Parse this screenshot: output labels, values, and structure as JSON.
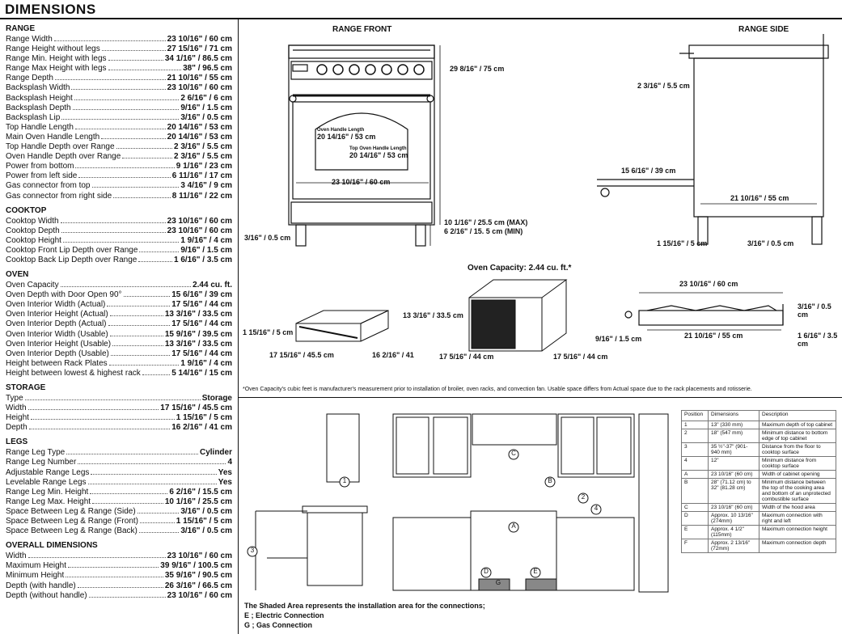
{
  "title": "DIMENSIONS",
  "sections": [
    {
      "heading": "RANGE",
      "rows": [
        {
          "label": "Range Width",
          "value": "23 10/16\" / 60 cm"
        },
        {
          "label": "Range Height without legs",
          "value": "27 15/16\" / 71 cm"
        },
        {
          "label": "Range Min. Height with legs",
          "value": "34 1/16\" / 86.5 cm"
        },
        {
          "label": "Range Max Height with legs",
          "value": "38\" / 96.5 cm"
        },
        {
          "label": "Range Depth",
          "value": "21 10/16\" / 55 cm"
        },
        {
          "label": "Backsplash Width",
          "value": "23 10/16\" / 60 cm"
        },
        {
          "label": "Backsplash Height",
          "value": "2 6/16\" / 6 cm"
        },
        {
          "label": "Backsplash Depth",
          "value": "9/16\" / 1.5 cm"
        },
        {
          "label": "Backsplash Lip",
          "value": "3/16\" / 0.5 cm"
        },
        {
          "label": "Top Handle Length",
          "value": "20 14/16\" / 53 cm"
        },
        {
          "label": "Main Oven Handle Length",
          "value": "20 14/16\" / 53 cm"
        },
        {
          "label": "Top Handle Depth over Range",
          "value": "2 3/16\" / 5.5 cm"
        },
        {
          "label": "Oven Handle Depth over Range",
          "value": "2 3/16\" / 5.5 cm"
        },
        {
          "label": "Power from bottom",
          "value": "9 1/16\" / 23 cm"
        },
        {
          "label": "Power from left side",
          "value": "6 11/16\" / 17 cm"
        },
        {
          "label": "Gas connector from top",
          "value": "3 4/16\" / 9 cm"
        },
        {
          "label": "Gas connector from right side",
          "value": "8 11/16\" / 22 cm"
        }
      ]
    },
    {
      "heading": "COOKTOP",
      "rows": [
        {
          "label": "Cooktop Width",
          "value": "23 10/16\" / 60 cm"
        },
        {
          "label": "Cooktop Depth",
          "value": "23 10/16\" / 60 cm"
        },
        {
          "label": "Cooktop Height",
          "value": "1 9/16\" / 4 cm"
        },
        {
          "label": "Cooktop Front Lip Depth over Range",
          "value": "9/16\" / 1.5 cm"
        },
        {
          "label": "Cooktop Back Lip Depth over Range",
          "value": "1 6/16\" / 3.5 cm"
        }
      ]
    },
    {
      "heading": "OVEN",
      "rows": [
        {
          "label": "Oven Capacity",
          "value": "2.44 cu. ft."
        },
        {
          "label": "Oven Depth with Door Open 90°",
          "value": "15 6/16\" / 39 cm"
        },
        {
          "label": "Oven Interior Width (Actual)",
          "value": "17 5/16\" / 44 cm"
        },
        {
          "label": "Oven Interior Height (Actual)",
          "value": "13 3/16\" / 33.5 cm"
        },
        {
          "label": "Oven Interior Depth (Actual)",
          "value": "17 5/16\" / 44 cm"
        },
        {
          "label": "Oven Interior Width (Usable)",
          "value": "15 9/16\" / 39.5 cm"
        },
        {
          "label": "Oven Interior Height (Usable)",
          "value": "13 3/16\" / 33.5 cm"
        },
        {
          "label": "Oven Interior Depth (Usable)",
          "value": "17 5/16\" / 44 cm"
        },
        {
          "label": "Height between Rack Plates",
          "value": "1 9/16\" / 4 cm"
        },
        {
          "label": "Height between lowest & highest rack",
          "value": "5 14/16\" / 15 cm"
        }
      ]
    },
    {
      "heading": "STORAGE",
      "rows": [
        {
          "label": "Type",
          "value": "Storage"
        },
        {
          "label": "Width",
          "value": "17 15/16\" / 45.5 cm"
        },
        {
          "label": "Height",
          "value": "1 15/16\" / 5 cm"
        },
        {
          "label": "Depth",
          "value": "16 2/16\" / 41 cm"
        }
      ]
    },
    {
      "heading": "LEGS",
      "rows": [
        {
          "label": "Range Leg Type",
          "value": "Cylinder"
        },
        {
          "label": "Range Leg Number",
          "value": "4"
        },
        {
          "label": "Adjustable Range Legs",
          "value": "Yes"
        },
        {
          "label": "Levelable Range Legs",
          "value": "Yes"
        },
        {
          "label": "Range Leg Min. Height",
          "value": "6 2/16\" / 15.5 cm"
        },
        {
          "label": "Range Leg Max. Height",
          "value": "10 1/16\" / 25.5 cm"
        },
        {
          "label": "Space Between Leg & Range (Side)",
          "value": "3/16\" / 0.5 cm"
        },
        {
          "label": "Space Between Leg & Range (Front)",
          "value": "1 15/16\" / 5 cm"
        },
        {
          "label": "Space Between Leg & Range (Back)",
          "value": "3/16\" / 0.5 cm"
        }
      ]
    },
    {
      "heading": "OVERALL DIMENSIONS",
      "rows": [
        {
          "label": "Width",
          "value": "23 10/16\" / 60 cm"
        },
        {
          "label": "Maximum Height",
          "value": "39 9/16\" / 100.5 cm"
        },
        {
          "label": "Minimum Height",
          "value": "35 9/16\" / 90.5 cm"
        },
        {
          "label": "Depth (with handle)",
          "value": "26 3/16\" / 66.5 cm"
        },
        {
          "label": "Depth (without handle)",
          "value": "23 10/16\" / 60 cm"
        }
      ]
    }
  ],
  "drawings": {
    "range_front": {
      "label": "RANGE FRONT",
      "height_dim": "29 8/16\" / 75 cm",
      "oven_handle_title": "Oven Handle Length",
      "oven_handle_value": "20 14/16\" / 53 cm",
      "top_handle_title": "Top Oven Handle Length",
      "top_handle_value": "20 14/16\" / 53 cm",
      "width_dim": "23 10/16\" / 60 cm",
      "leg_max": "10 1/16\" / 25.5 cm (MAX)",
      "leg_min": "6 2/16\" / 15. 5 cm (MIN)",
      "leg_gap": "3/16\" / 0.5 cm"
    },
    "range_side": {
      "label": "RANGE SIDE",
      "handle_depth": "2 3/16\" / 5.5 cm",
      "door_open": "15 6/16\" / 39 cm",
      "depth_dim": "21 10/16\" / 55 cm",
      "leg_front": "1 15/16\" / 5 cm",
      "leg_back": "3/16\" / 0.5 cm"
    },
    "oven": {
      "capacity_title": "Oven Capacity: 2.44 cu. ft.*",
      "drawer_height": "1 15/16\" / 5 cm",
      "drawer_width": "17 15/16\" / 45.5 cm",
      "drawer_depth": "16 2/16\" / 41",
      "cavity_height": "13 3/16\" / 33.5 cm",
      "cavity_width": "17 5/16\" / 44 cm",
      "cavity_depth": "17 5/16\" / 44 cm"
    },
    "cooktop": {
      "width_dim": "23 10/16\" / 60 cm",
      "lip_back": "3/16\" / 0.5 cm",
      "lip_front": "9/16\" / 1.5 cm",
      "depth_dim": "21 10/16\" / 55 cm",
      "back_lip": "1 6/16\" / 3.5 cm"
    }
  },
  "footnote": "*Oven Capacity's cubic feet is manufacturer's measurement prior to installation of broiler, oven racks, and convection fan. Usable space differs from Actual space due to the rack placements and rotisserie.",
  "install": {
    "markers": [
      "1",
      "2",
      "3",
      "4",
      "A",
      "B",
      "C",
      "D",
      "E",
      "G"
    ],
    "legend": [
      "The Shaded Area represents the installation area for the connections;",
      "E ; Electric Connection",
      "G ; Gas Connection"
    ]
  },
  "table": {
    "headers": [
      "Position",
      "Dimensions",
      "Description"
    ],
    "rows": [
      [
        "1",
        "13\" (330 mm)",
        "Maximum depth of top cabinet"
      ],
      [
        "2",
        "18\" (547 mm)",
        "Minimum distance to bottom edge of top cabinet"
      ],
      [
        "3",
        "35 ½\"-37\" (901-940 mm)",
        "Distance from the floor to cooktop surface"
      ],
      [
        "4",
        "12\"",
        "Minimum distance from cooktop surface"
      ],
      [
        "A",
        "23 10/16\" (60 cm)",
        "Width of cabinet opening"
      ],
      [
        "B",
        "28\" (71.12 cm) to 32\" (81.28 cm)",
        "Minimum distance between the top of the cooking area and bottom of an unprotected combustible surface"
      ],
      [
        "C",
        "23 10/16\" (60 cm)",
        "Width of the hood area"
      ],
      [
        "D",
        "Approx. 10 13/16\" (274mm)",
        "Maximum connection with right and left"
      ],
      [
        "E",
        "Approx. 4 1/2\" (115mm)",
        "Maximum connection height"
      ],
      [
        "F",
        "Approx. 2 13/16\" (72mm)",
        "Maximum connection depth"
      ]
    ]
  }
}
